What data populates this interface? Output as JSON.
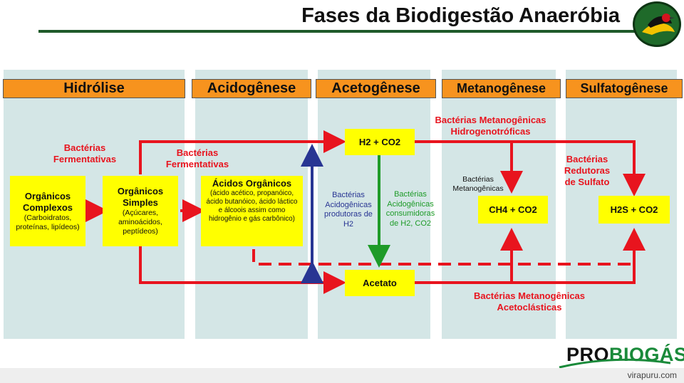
{
  "title": "Fases da Biodigestão Anaeróbia",
  "phases": [
    "Hidrólise",
    "Acidogênese",
    "Acetogênese",
    "Metanogênese",
    "Sulfatogênese"
  ],
  "boxes": {
    "organicos_complexos": {
      "main": "Orgânicos Complexos",
      "sub": "(Carboidratos, proteínas, lipídeos)"
    },
    "organicos_simples": {
      "main": "Orgânicos Simples",
      "sub": "(Açúcares, aminoácidos, peptídeos)"
    },
    "acidos_organicos": {
      "main": "Ácidos Orgânicos",
      "sub": "(ácido acético, propanóico, ácido butanóico, ácido láctico e álcoois assim como hidrogênio e gás carbônico)"
    },
    "h2_co2": "H2 + CO2",
    "acetato": "Acetato",
    "ch4_co2": "CH4 + CO2",
    "h2s_co2": "H2S + CO2"
  },
  "labels": {
    "bact_fermentativas_1": "Bactérias Fermentativas",
    "bact_fermentativas_2": "Bactérias Fermentativas",
    "bact_metan_hidrogeno": "Bactérias Metanogênicas Hidrogenotróficas",
    "bact_metanogenicas": "Bactérias Metanogênicas",
    "bact_redutoras": "Bactérias Redutoras de Sulfato",
    "bact_acido_produtoras": "Bactérias Acidogênicas produtoras de H2",
    "bact_acido_consumidoras": "Bactérias Acidogênicas consumidoras de H2, CO2",
    "bact_metan_acetoclasticas": "Bactérias Metanogênicas Acetoclásticas"
  },
  "colors": {
    "phase_header": "#f7931e",
    "box": "#ffff00",
    "column_bg": "#d4e6e6",
    "arrow_red": "#e8141e",
    "arrow_blue": "#283593",
    "arrow_green": "#1e9b28",
    "title_rule": "#1f5a2a"
  },
  "brand": {
    "pro": "PRO",
    "biogas": "BIOGÁS"
  },
  "site": "virapuru.com"
}
